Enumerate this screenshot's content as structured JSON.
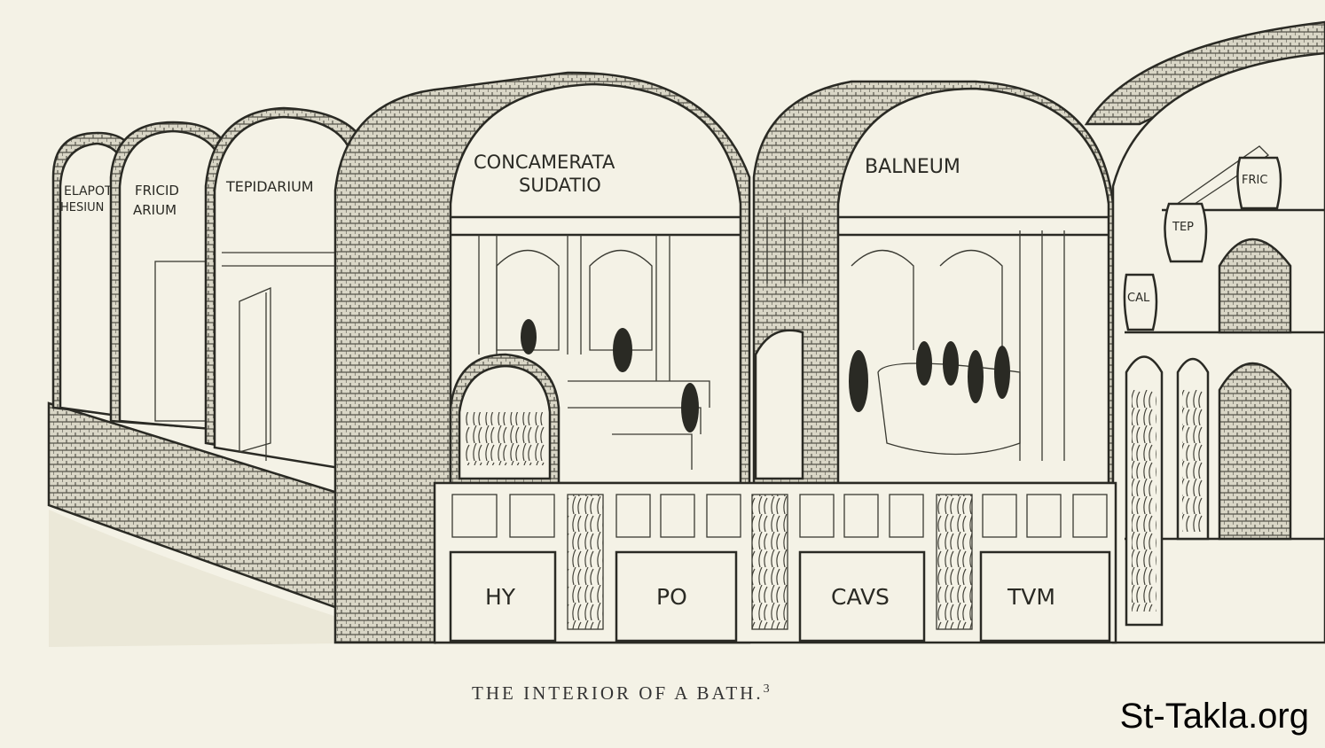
{
  "illustration": {
    "room_labels": {
      "elaeothesium": [
        "ELAPOT",
        "HESIUN"
      ],
      "frigidarium": [
        "FRICID",
        "ARIUM"
      ],
      "tepidarium": "TEPIDARIUM",
      "concamerata": [
        "CONCAMERATA",
        "SUDATIO"
      ],
      "balneum": "BALNEUM"
    },
    "vessel_labels": {
      "frigidarium": "FRIC",
      "tepidarium": "TEP",
      "caldarium": "CAL"
    },
    "hypocaust_labels": [
      "HY",
      "PO",
      "CAVS",
      "TVM"
    ]
  },
  "caption": {
    "text": "THE INTERIOR OF A BATH.",
    "footnote": "3"
  },
  "watermark": "St-Takla.org"
}
